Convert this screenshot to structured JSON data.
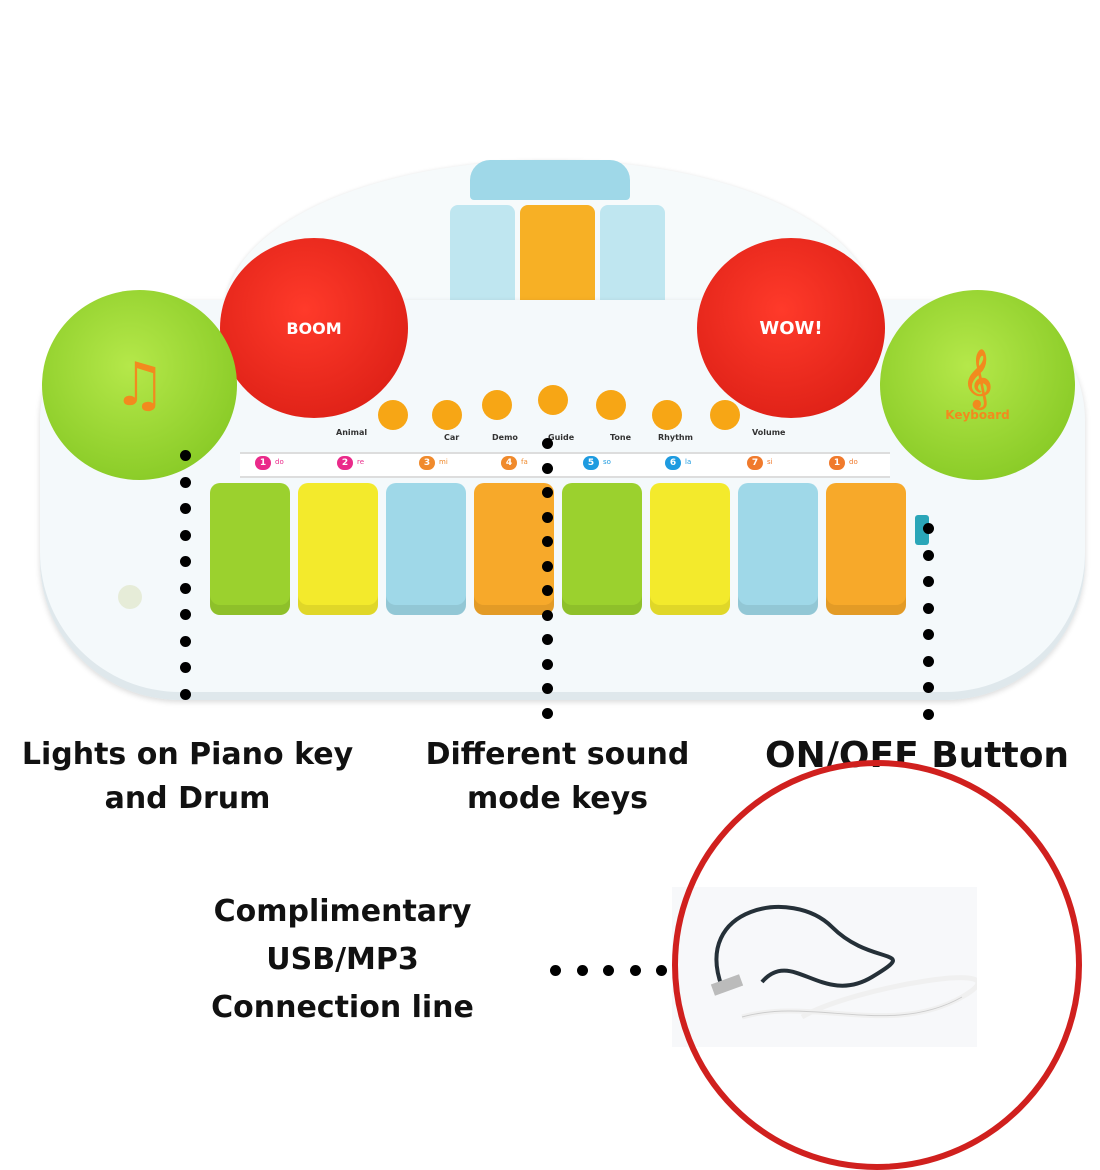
{
  "product": {
    "drums": [
      {
        "color": "green",
        "icon": "music-note-icon"
      },
      {
        "color": "red",
        "text": "BOOM"
      },
      {
        "color": "red",
        "text": "WOW!"
      },
      {
        "color": "green",
        "text": "Keyboard"
      }
    ],
    "mode_buttons": [
      "Animal",
      "Car",
      "Demo",
      "Guide",
      "Tone",
      "Rhythm",
      "Volume"
    ],
    "notes": [
      {
        "num": "1",
        "name": "do",
        "color": "#ea2a8a"
      },
      {
        "num": "2",
        "name": "re",
        "color": "#ea2a8a"
      },
      {
        "num": "3",
        "name": "mi",
        "color": "#f08a2c"
      },
      {
        "num": "4",
        "name": "fa",
        "color": "#f08a2c"
      },
      {
        "num": "5",
        "name": "so",
        "color": "#1e9be0"
      },
      {
        "num": "6",
        "name": "la",
        "color": "#1e9be0"
      },
      {
        "num": "7",
        "name": "si",
        "color": "#f07a2c"
      },
      {
        "num": "1",
        "name": "do",
        "color": "#f07a2c"
      }
    ],
    "key_colors": [
      "#9bd12e",
      "#f3ea2c",
      "#9fd8e8",
      "#f7a92a",
      "#9bd12e",
      "#f3ea2c",
      "#9fd8e8",
      "#f7a92a"
    ]
  },
  "callouts": {
    "lights": "Lights on Piano key and Drum",
    "modes": "Different sound mode keys",
    "power": "ON/OFF Button",
    "cable": "Complimentary USB/MP3 Connection line"
  },
  "colors": {
    "circle": "#d0201e"
  }
}
